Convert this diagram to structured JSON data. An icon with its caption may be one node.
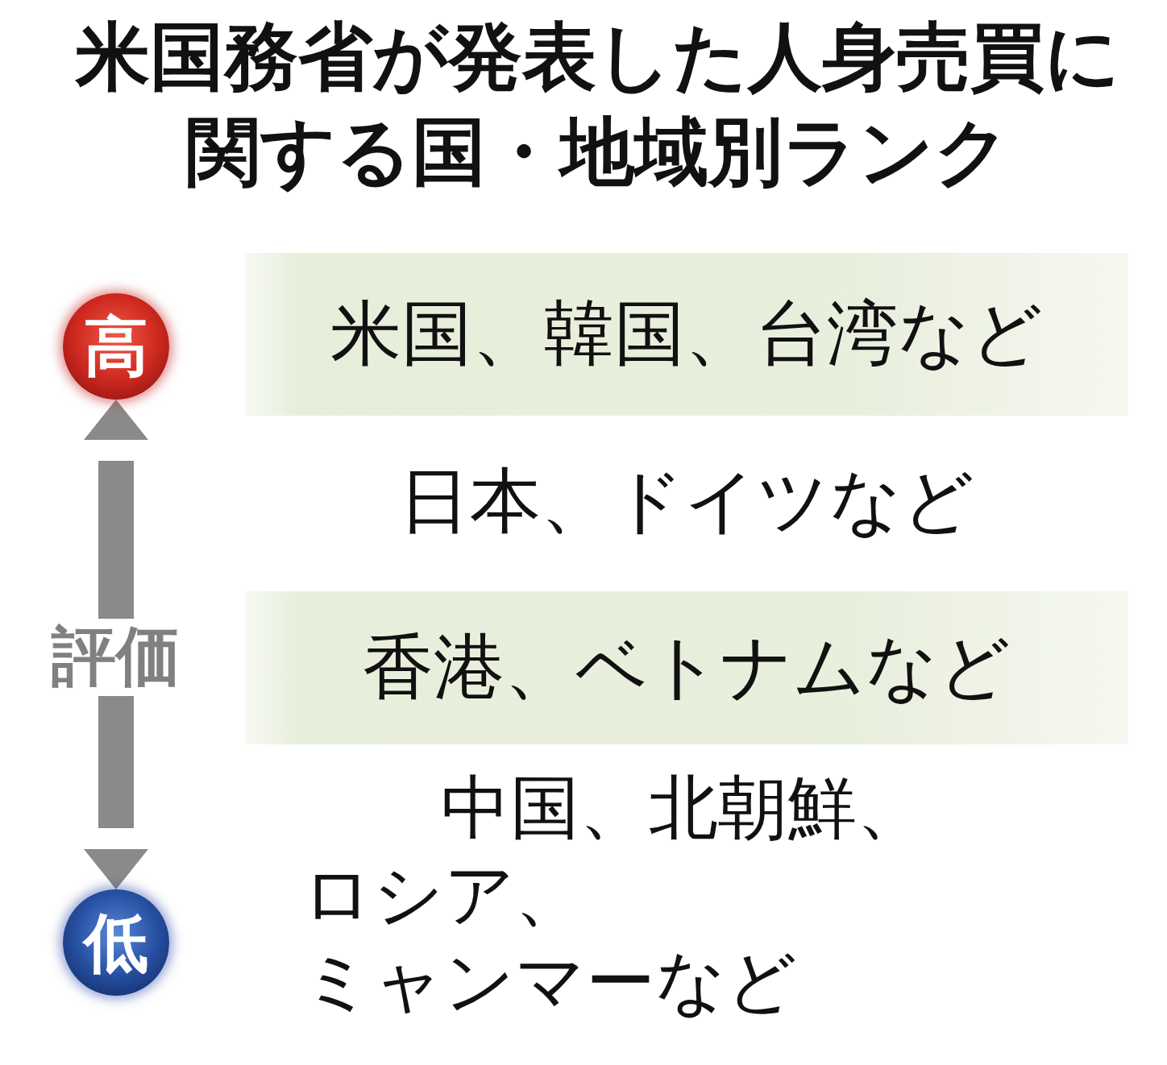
{
  "diagram": {
    "title": "米国務省が発表した人身売買に関する国・地域別ランク",
    "nodes": [
      {
        "text": [
          "高"
        ]
      },
      {
        "text": [
          "米国、韓国、台湾など"
        ]
      },
      {
        "text": [
          "日本、ドイツなど"
        ]
      },
      {
        "text": [
          "香港、ベトナムなど"
        ]
      },
      {
        "text": [
          "中国、北朝鮮、ロシア、ミャンマーなど"
        ]
      },
      {
        "text": [
          "低"
        ]
      }
    ],
    "edges": [
      {
        "from": 0,
        "to": 5,
        "arrow": "both",
        "label": "評価"
      }
    ]
  }
}
